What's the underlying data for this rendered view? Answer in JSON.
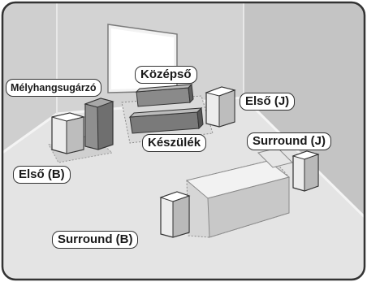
{
  "labels": {
    "subwoofer": "Mélyhangsugárzó",
    "center": "Középső",
    "front_right": "Első (J)",
    "front_left": "Első (B)",
    "main_unit": "Készülék",
    "surround_right": "Surround (J)",
    "surround_left": "Surround (B)"
  },
  "colors": {
    "frame": "#333333",
    "floor": "#e6e6e6",
    "back_wall": "#c8c8c8",
    "side_wall": "#bdbdbd",
    "speaker_light": "#eeeeee",
    "speaker_dark": "#6f6f6f"
  }
}
